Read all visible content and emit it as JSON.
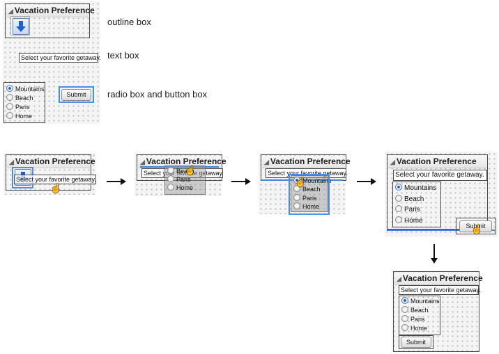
{
  "outline": {
    "title": "Vacation Preference"
  },
  "textbox": {
    "text": "Select your favorite getaway."
  },
  "radio": {
    "options": [
      "Mountains",
      "Beach",
      "Paris",
      "Home"
    ],
    "selected": "Mountains"
  },
  "button": {
    "label": "Submit"
  },
  "legend": {
    "outline_box": "outline box",
    "text_box": "text box",
    "radio_button_box": "radio box and button box"
  },
  "icons": {
    "outline_toggle": "disclosure-triangle-icon",
    "drag_icon": "down-arrow-icon",
    "cursor": "hand-cursor-icon",
    "flow_arrow": "right-arrow-icon"
  },
  "colors": {
    "selection": "#4a90e2",
    "insertion_line": "#3d86dc"
  }
}
